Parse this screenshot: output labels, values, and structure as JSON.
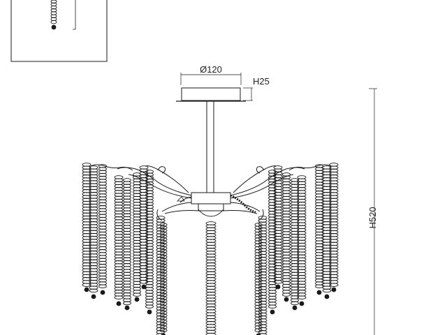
{
  "drawing": {
    "line_color": "#1a1a1a",
    "background": "#ffffff",
    "dimensions": {
      "canopy_diameter": "Ø120",
      "canopy_height": "H25",
      "total_height": "H520"
    }
  }
}
